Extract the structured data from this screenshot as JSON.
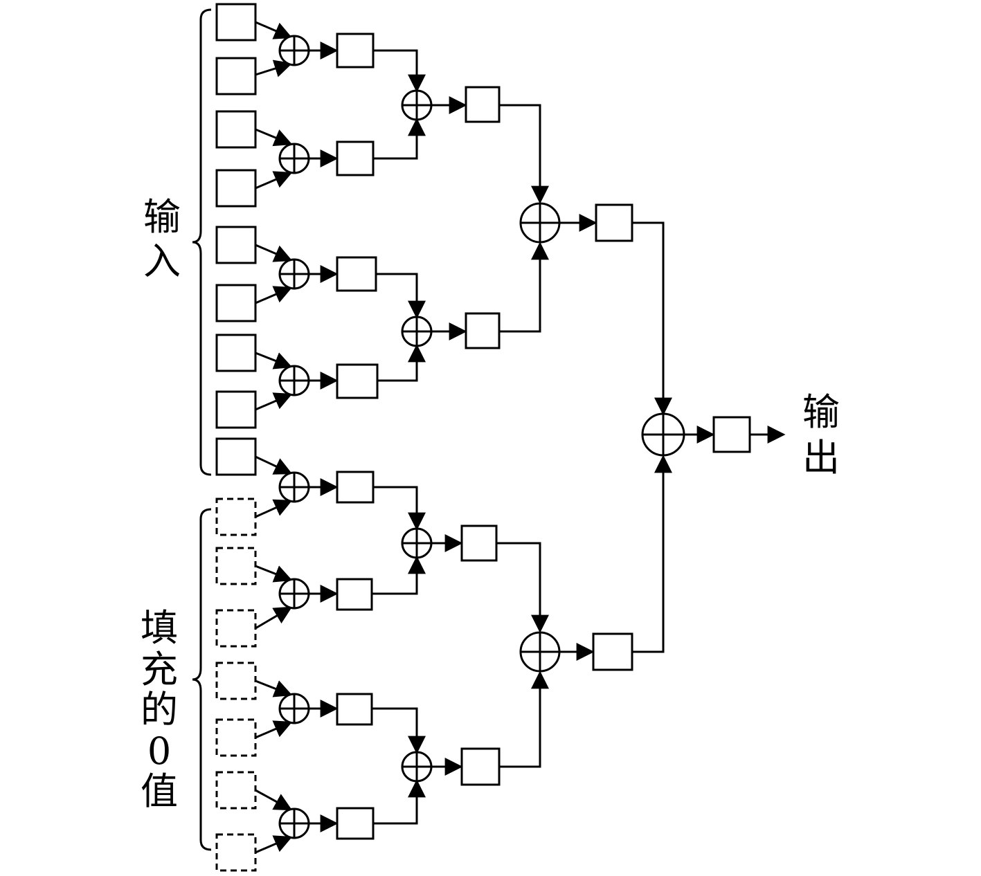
{
  "labels": {
    "input_chars": [
      "输",
      "入"
    ],
    "padding_chars": [
      "填",
      "充",
      "的",
      "0",
      "值"
    ],
    "output_chars": [
      "输",
      "出"
    ]
  },
  "diagram": {
    "input_cell_count": 9,
    "padding_cell_count": 7,
    "stage1_adders": 8,
    "stage2_adders": 4,
    "stage3_adders": 2,
    "stage4_adders": 1
  }
}
